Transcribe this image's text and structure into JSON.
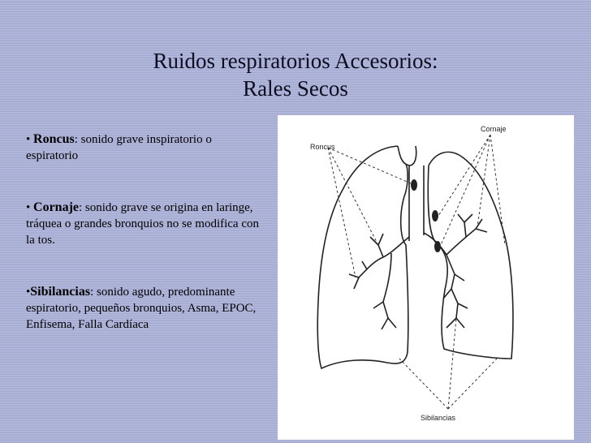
{
  "slide": {
    "title_line1": "Ruidos respiratorios Accesorios:",
    "title_line2": "Rales Secos"
  },
  "bullets": [
    {
      "marker": "• ",
      "term": "Roncus",
      "text": ": sonido grave inspiratorio o espiratorio"
    },
    {
      "marker": "• ",
      "term": "Cornaje",
      "text": ": sonido grave se origina en laringe, tráquea o grandes bronquios no se modifica con la tos."
    },
    {
      "marker": "•",
      "term": "Sibilancias",
      "text": ": sonido agudo, predominante espiratorio, pequeños bronquios, Asma, EPOC, Enfisema, Falla Cardíaca"
    }
  ],
  "diagram": {
    "label_roncus": "Roncus",
    "label_cornaje": "Cornaje",
    "label_sibilancias": "Sibilancias"
  }
}
